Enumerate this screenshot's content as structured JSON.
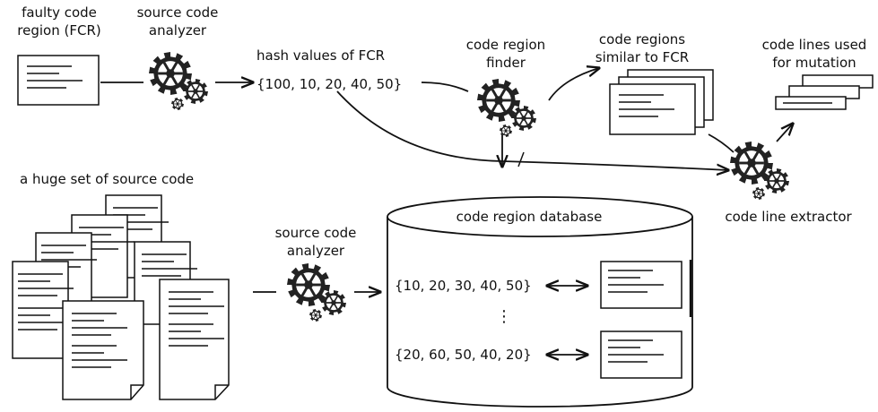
{
  "labels": {
    "faulty_line1": "faulty code",
    "faulty_line2": "region (FCR)",
    "analyzer_top_line1": "source code",
    "analyzer_top_line2": "analyzer",
    "hash_title": "hash values of FCR",
    "hash_values": "{100, 10, 20, 40, 50}",
    "finder_line1": "code region",
    "finder_line2": "finder",
    "similar_line1": "code regions",
    "similar_line2": "similar to FCR",
    "used_line1": "code lines used",
    "used_line2": "for mutation",
    "huge_set": "a huge set of source code",
    "analyzer_bottom_line1": "source code",
    "analyzer_bottom_line2": "analyzer",
    "database": "code region database",
    "extractor": "code line extractor",
    "db_row1": "{10, 20, 30, 40, 50}",
    "db_ellipsis": "⋮",
    "db_row2": "{20, 60, 50, 40, 20}"
  },
  "icons": [
    "document-icon",
    "gear-icon",
    "database-cylinder-icon",
    "arrow-icon"
  ]
}
